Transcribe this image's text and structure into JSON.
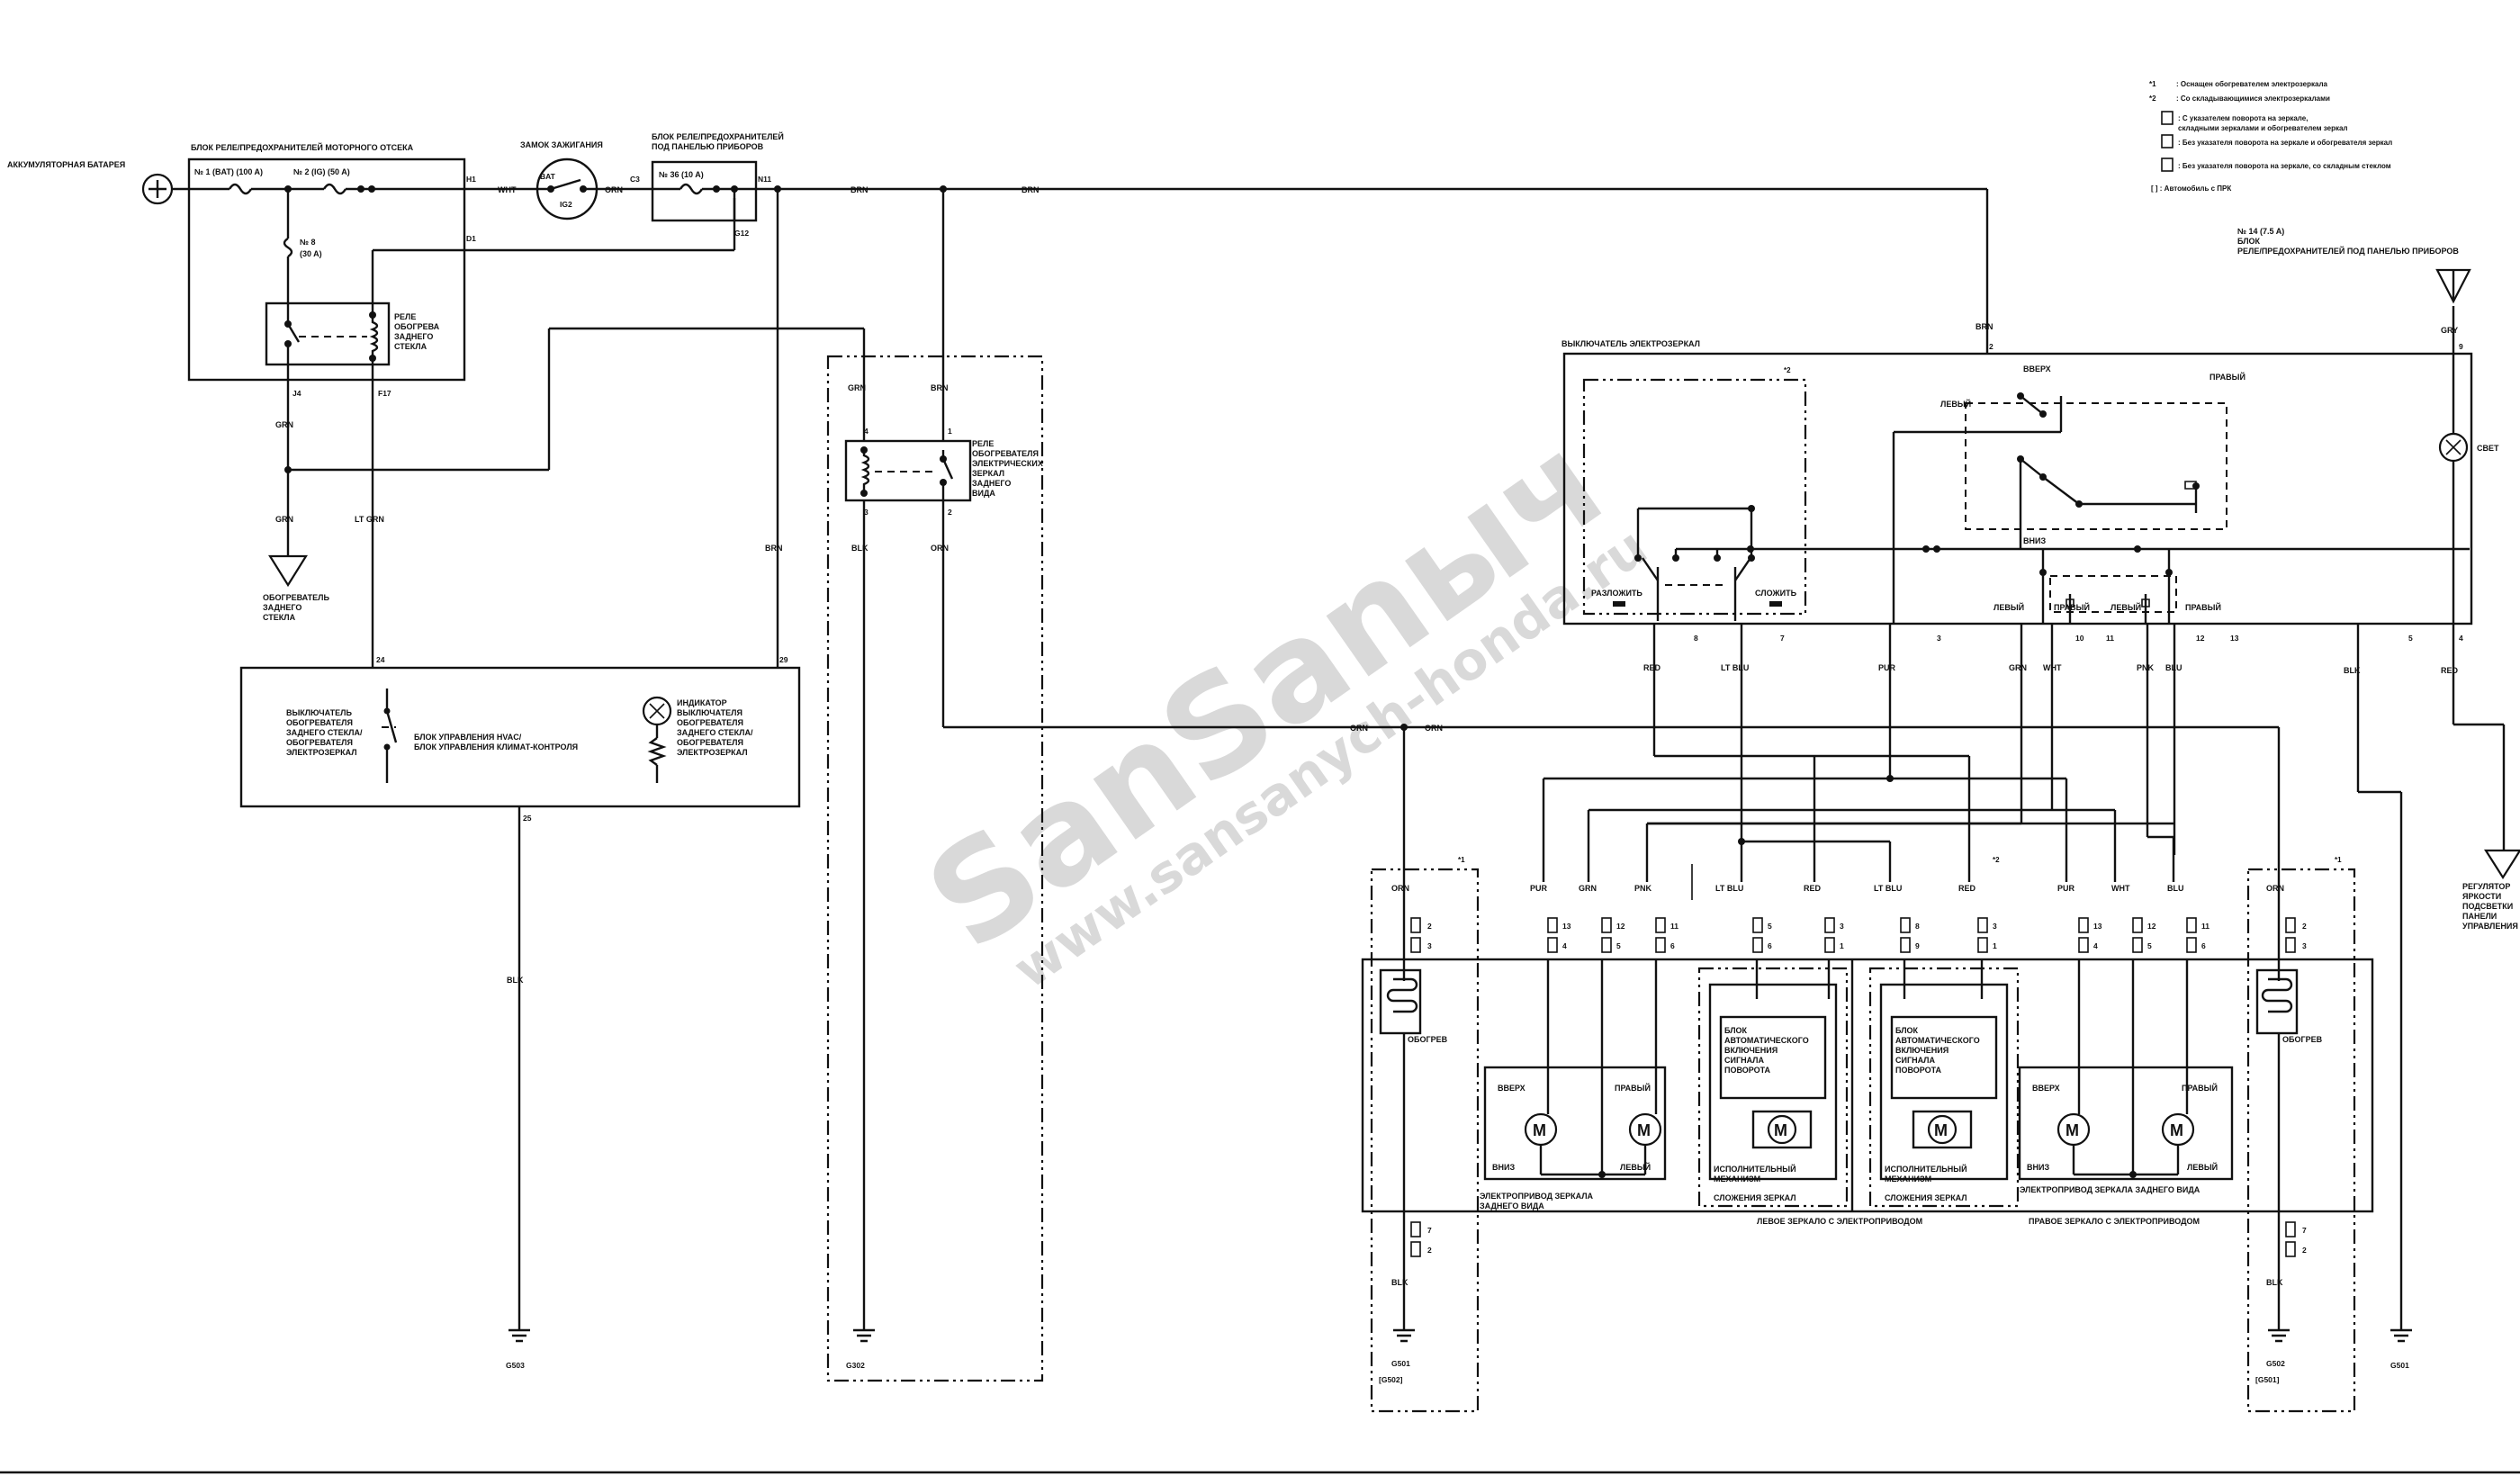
{
  "watermark": {
    "line1": "SanSanыч",
    "line2": "www.sansanych-honda.ru"
  },
  "legend": {
    "note1_mark": "*1",
    "note1_text": ": Оснащен обогревателем электрозеркала",
    "note2_mark": "*2",
    "note2_text": ": Со складывающимися электрозеркалами",
    "box1_line1": ": С указателем поворота на зеркале,",
    "box1_line2": "складными зеркалами и обогревателем зеркал",
    "box2": ": Без указателя поворота на зеркале и обогревателя зеркал",
    "box3": ": Без указателя поворота на зеркале, со складным стеклом",
    "bracket": "[ ] : Автомобиль с ПРК"
  },
  "labels": {
    "battery": "АККУМУЛЯТОРНАЯ БАТАРЕЯ",
    "engine_fuse_box": "БЛОК РЕЛЕ/ПРЕДОХРАНИТЕЛЕЙ МОТОРНОГО ОТСЕКА",
    "fuse1": "№ 1 (BAT) (100 A)",
    "fuse2": "№ 2 (IG) (50 A)",
    "fuse8_a": "№ 8",
    "fuse8_b": "(30 A)",
    "rear_relay_1": "РЕЛЕ",
    "rear_relay_2": "ОБОГРЕВА",
    "rear_relay_3": "ЗАДНЕГО",
    "rear_relay_4": "СТЕКЛА",
    "ignition": "ЗАМОК ЗАЖИГАНИЯ",
    "bat": "BAT",
    "ig2": "IG2",
    "dash_fuse_box_1": "БЛОК РЕЛЕ/ПРЕДОХРАНИТЕЛЕЙ",
    "dash_fuse_box_2": "ПОД ПАНЕЛЬЮ ПРИБОРОВ",
    "fuse36": "№ 36 (10 A)",
    "fuse14_a": "№ 14 (7.5 A)",
    "fuse14_b": "БЛОК",
    "fuse14_c": "РЕЛЕ/ПРЕДОХРАНИТЕЛЕЙ ПОД ПАНЕЛЬЮ ПРИБОРОВ",
    "rear_defog_1": "ОБОГРЕВАТЕЛЬ",
    "rear_defog_2": "ЗАДНЕГО",
    "rear_defog_3": "СТЕКЛА",
    "mirror_relay_1": "РЕЛЕ",
    "mirror_relay_2": "ОБОГРЕВАТЕЛЯ",
    "mirror_relay_3": "ЭЛЕКТРИЧЕСКИХ",
    "mirror_relay_4": "ЗЕРКАЛ",
    "mirror_relay_5": "ЗАДНЕГО",
    "mirror_relay_6": "ВИДА",
    "hvac_sw_1": "ВЫКЛЮЧАТЕЛЬ",
    "hvac_sw_2": "ОБОГРЕВАТЕЛЯ",
    "hvac_sw_3": "ЗАДНЕГО СТЕКЛА/",
    "hvac_sw_4": "ОБОГРЕВАТЕЛЯ",
    "hvac_sw_5": "ЭЛЕКТРОЗЕРКАЛ",
    "hvac_unit_1": "БЛОК УПРАВЛЕНИЯ HVAC/",
    "hvac_unit_2": "БЛОК УПРАВЛЕНИЯ КЛИМАТ-КОНТРОЛЯ",
    "ind_1": "ИНДИКАТОР",
    "ind_2": "ВЫКЛЮЧАТЕЛЯ",
    "ind_3": "ОБОГРЕВАТЕЛЯ",
    "ind_4": "ЗАДНЕГО СТЕКЛА/",
    "ind_5": "ОБОГРЕВАТЕЛЯ",
    "ind_6": "ЭЛЕКТРОЗЕРКАЛ",
    "mirror_switch": "ВЫКЛЮЧАТЕЛЬ ЭЛЕКТРОЗЕРКАЛ",
    "up": "ВВЕРХ",
    "down": "ВНИЗ",
    "left": "ЛЕВЫЙ",
    "right": "ПРАВЫЙ",
    "unfold": "РАЗЛОЖИТЬ",
    "fold": "СЛОЖИТЬ",
    "light": "СВЕТ",
    "dimmer_1": "РЕГУЛЯТОР",
    "dimmer_2": "ЯРКОСТИ",
    "dimmer_3": "ПОДСВЕТКИ",
    "dimmer_4": "ПАНЕЛИ",
    "dimmer_5": "УПРАВЛЕНИЯ",
    "heater": "ОБОГРЕВ",
    "blinker_1": "БЛОК",
    "blinker_2": "АВТОМАТИЧЕСКОГО",
    "blinker_3": "ВКЛЮЧЕНИЯ",
    "blinker_4": "СИГНАЛА",
    "blinker_5": "ПОВОРОТА",
    "fold_motor_1": "ИСПОЛНИТЕЛЬНЫЙ",
    "fold_motor_2": "МЕХАНИЗМ",
    "fold_motor_3": "СЛОЖЕНИЯ ЗЕРКАЛ",
    "mirror_drive_l1": "ЭЛЕКТРОПРИВОД ЗЕРКАЛА",
    "mirror_drive_l2": "ЗАДНЕГО ВИДА",
    "mirror_drive_r": "ЭЛЕКТРОПРИВОД ЗЕРКАЛА ЗАДНЕГО ВИДА",
    "left_mirror": "ЛЕВОЕ ЗЕРКАЛО С ЭЛЕКТРОПРИВОДОМ",
    "right_mirror": "ПРАВОЕ ЗЕРКАЛО С ЭЛЕКТРОПРИВОДОМ",
    "motor": "M"
  },
  "wires": {
    "wht": "WHT",
    "orn": "ORN",
    "brn": "BRN",
    "grn": "GRN",
    "ltgrn": "LT GRN",
    "blk": "BLK",
    "gry": "GRY",
    "red": "RED",
    "ltblu": "LT BLU",
    "pur": "PUR",
    "pnk": "PNK",
    "blu": "BLU"
  },
  "pins": {
    "h1": "H1",
    "d1": "D1",
    "c3": "C3",
    "n11": "N11",
    "g12": "G12",
    "j4": "J4",
    "f17": "F17",
    "p24": "24",
    "p29": "29",
    "p25": "25",
    "p1": "1",
    "p2": "2",
    "p3": "3",
    "p4": "4",
    "p5": "5",
    "p6": "6",
    "p7": "7",
    "p8": "8",
    "p9": "9",
    "p10": "10",
    "p11": "11",
    "p12": "12",
    "p13": "13"
  },
  "grounds": {
    "g503": "G503",
    "g302": "G302",
    "g501": "G501",
    "g502b": "[G502]",
    "g502": "G502",
    "g501b": "[G501]",
    "g501c": "G501"
  },
  "connector_pins": [
    [
      "2",
      "3"
    ],
    [
      "13",
      "4"
    ],
    [
      "12",
      "5"
    ],
    [
      "11",
      "6"
    ],
    [
      "5",
      "6"
    ],
    [
      "3",
      "1"
    ],
    [
      "8",
      "9"
    ],
    [
      "3",
      "1"
    ],
    [
      "13",
      "4"
    ],
    [
      "12",
      "5"
    ],
    [
      "11",
      "6"
    ],
    [
      "2",
      "3"
    ],
    [
      "7",
      "2"
    ],
    [
      "7",
      "2"
    ]
  ]
}
